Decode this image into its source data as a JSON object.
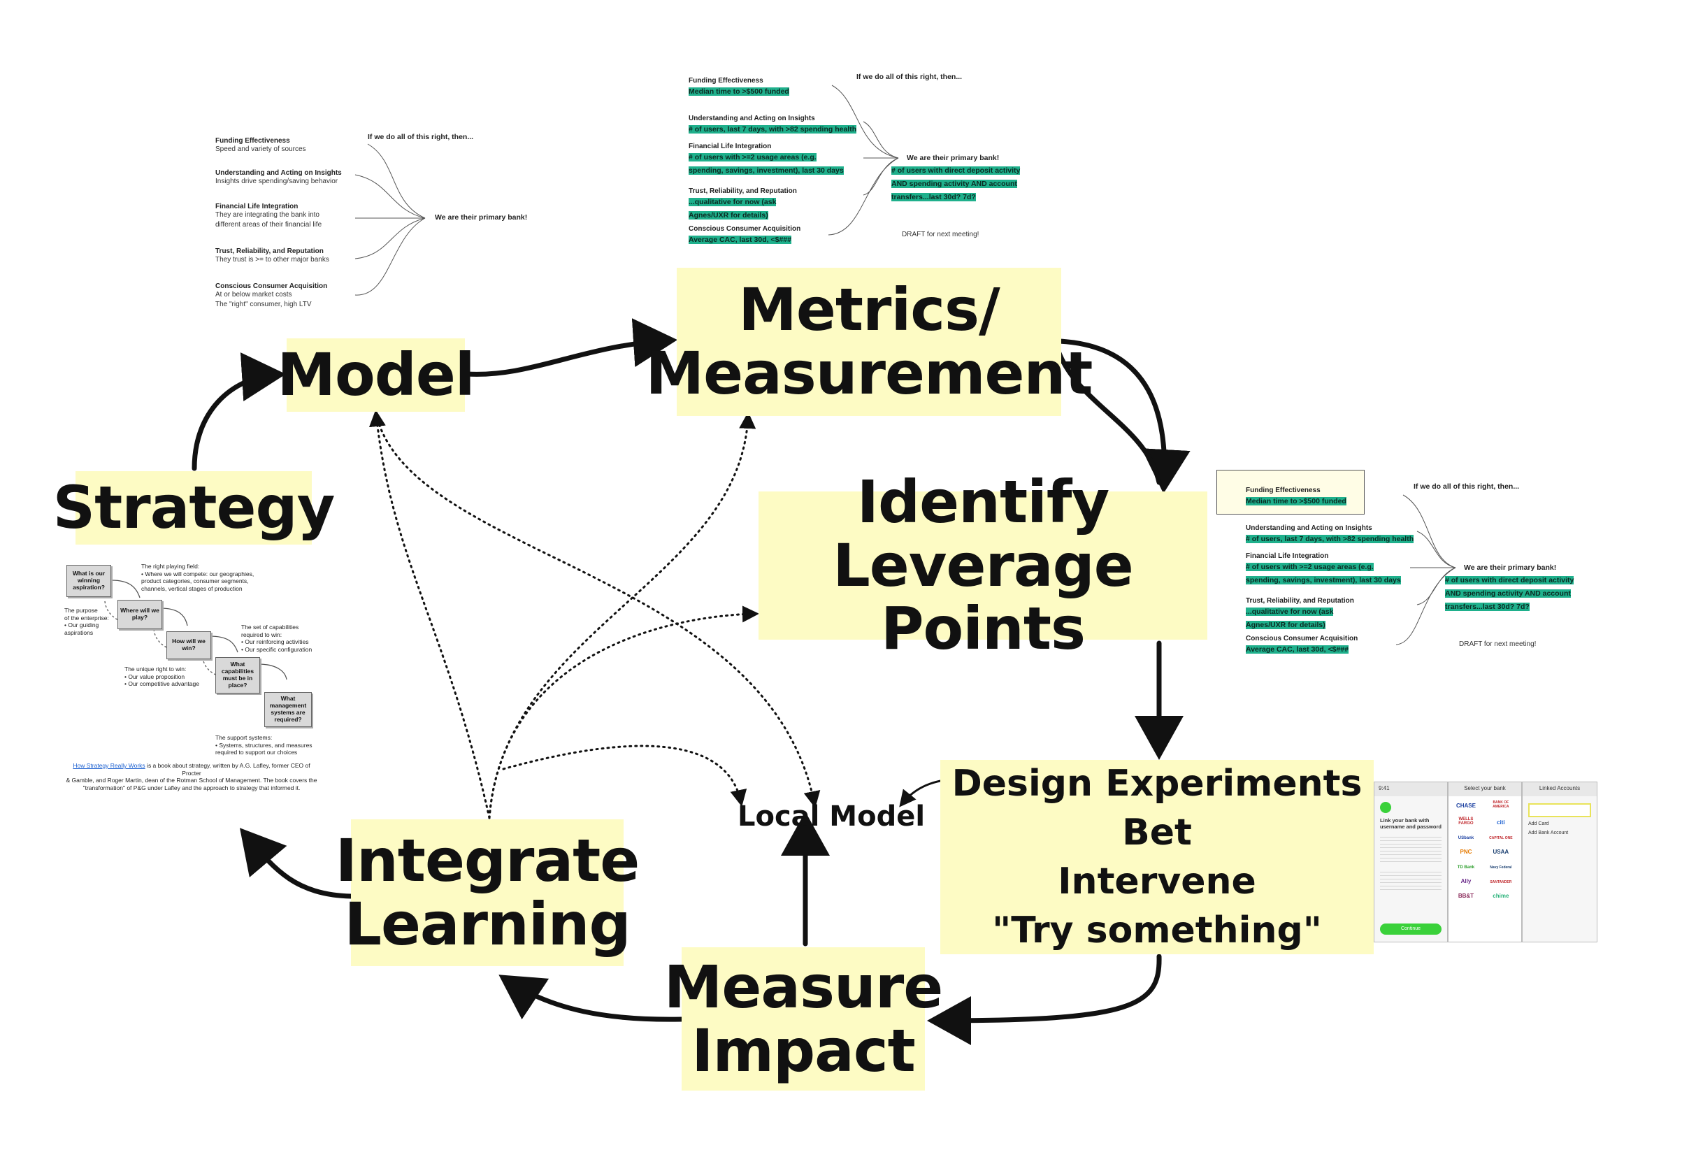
{
  "nodes": {
    "model": "Model",
    "metrics": [
      "Metrics/",
      "Measurement"
    ],
    "identify": [
      "Identify",
      "Leverage Points"
    ],
    "design": [
      "Design Experiments",
      "Bet",
      "Intervene",
      "\"Try something\""
    ],
    "measure": [
      "Measure",
      "Impact"
    ],
    "integrate": [
      "Integrate",
      "Learning"
    ],
    "strategy": "Strategy",
    "local_model": "Local Model"
  },
  "tree_plain": {
    "header": "If we do all of this right, then...",
    "conclusion": "We are their primary bank!",
    "items": [
      {
        "title": "Funding Effectiveness",
        "desc": [
          "Speed and variety of sources"
        ]
      },
      {
        "title": "Understanding and Acting on Insights",
        "desc": [
          "Insights drive spending/saving behavior"
        ]
      },
      {
        "title": "Financial Life Integration",
        "desc": [
          "They are integrating the bank into",
          "different areas of their financial life"
        ]
      },
      {
        "title": "Trust, Reliability, and Reputation",
        "desc": [
          "They trust is >= to other major banks"
        ]
      },
      {
        "title": "Conscious Consumer Acquisition",
        "desc": [
          "At or below market costs",
          "The \"right\" consumer, high LTV"
        ]
      }
    ]
  },
  "tree_metrics": {
    "header": "If we do all of this right, then...",
    "conclusion": "We are their primary bank!",
    "conclusion_metric": [
      "# of users with direct deposit activity",
      "AND spending activity AND account",
      "transfers...last 30d? 7d?"
    ],
    "note": "DRAFT for next meeting!",
    "items": [
      {
        "title": "Funding Effectiveness",
        "metric": [
          "Median time to >$500 funded"
        ]
      },
      {
        "title": "Understanding and Acting on Insights",
        "metric": [
          "# of users, last 7 days, with >82 spending health"
        ]
      },
      {
        "title": "Financial Life Integration",
        "metric": [
          "# of users with >=2 usage areas (e.g.",
          "spending, savings, investment), last 30 days"
        ]
      },
      {
        "title": "Trust, Reliability, and Reputation",
        "metric": [
          "...qualitative for now (ask",
          "Agnes/UXR for details)"
        ]
      },
      {
        "title": "Conscious Consumer Acquisition",
        "metric": [
          "Average CAC, last 30d, <$###"
        ]
      }
    ]
  },
  "cascade": {
    "boxes": [
      "What is our winning aspiration?",
      "Where will we play?",
      "How will we win?",
      "What capabilities must be in place?",
      "What management systems are required?"
    ],
    "notes": [
      [
        "The right playing field:",
        "• Where we will compete: our geographies,",
        "product categories, consumer segments,",
        "channels, vertical stages of production"
      ],
      [
        "The purpose",
        "of the enterprise:",
        "• Our guiding",
        "aspirations"
      ],
      [
        "The set of capabilities",
        "required to win:",
        "• Our reinforcing activities",
        "• Our specific configuration"
      ],
      [
        "The unique right to win:",
        "• Our value proposition",
        "• Our competitive advantage"
      ],
      [
        "The support systems:",
        "• Systems, structures, and measures",
        "required to support our choices"
      ]
    ],
    "caption_link": "How Strategy Really Works",
    "caption": [
      " is a book about strategy, written by A.G. Lafley, former CEO of Procter",
      "& Gamble, and Roger Martin, dean of the Rotman School of Management. The book covers the",
      "\"transformation\" of P&G under Lafley and the approach to strategy that informed it."
    ]
  },
  "phones": {
    "p1_title": [
      "Link your bank with",
      "username and password"
    ],
    "p1_button": "Continue",
    "p2_title": "Select your bank",
    "p2_banks": [
      "CHASE",
      "BANK OF AMERICA",
      "WELLS FARGO",
      "citi",
      "USbank",
      "CAPITAL ONE",
      "PNC",
      "USAA",
      "TD Bank",
      "Navy Federal",
      "Ally",
      "SANTANDER",
      "BB&T",
      "chime"
    ],
    "p3_title": "Linked Accounts",
    "p3_rows": [
      "Add Card",
      "Add Bank Account"
    ]
  },
  "colors": {
    "sticky": "#fdfbc4",
    "metric_highlight": "#1fb08c",
    "arrow": "#111111"
  }
}
